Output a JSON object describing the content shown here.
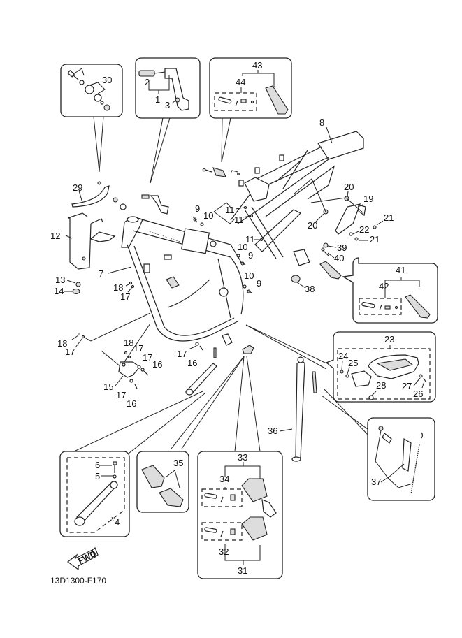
{
  "diagram": {
    "title": "Frame parts diagram",
    "drawing_code": "13D1300-F170",
    "fwd_label": "FWD",
    "callouts": {
      "c1": "1",
      "c2": "2",
      "c3": "3",
      "c4": "4",
      "c5": "5",
      "c6": "6",
      "c7": "7",
      "c8": "8",
      "c9a": "9",
      "c9b": "9",
      "c9c": "9",
      "c10a": "10",
      "c10b": "10",
      "c10c": "10",
      "c11a": "11",
      "c11b": "11",
      "c11c": "11",
      "c12": "12",
      "c13": "13",
      "c14": "14",
      "c15": "15",
      "c16a": "16",
      "c16b": "16",
      "c16c": "16",
      "c17a": "17",
      "c17b": "17",
      "c17c": "17",
      "c17d": "17",
      "c17e": "17",
      "c17f": "17",
      "c18a": "18",
      "c18b": "18",
      "c18c": "18",
      "c19": "19",
      "c20a": "20",
      "c20b": "20",
      "c21a": "21",
      "c21b": "21",
      "c22": "22",
      "c23": "23",
      "c24": "24",
      "c25": "25",
      "c26": "26",
      "c27": "27",
      "c28": "28",
      "c29": "29",
      "c30": "30",
      "c31": "31",
      "c32": "32",
      "c33": "33",
      "c34": "34",
      "c35": "35",
      "c36": "36",
      "c37": "37",
      "c38": "38",
      "c39": "39",
      "c40": "40",
      "c41": "41",
      "c42": "42",
      "c43": "43",
      "c44": "44"
    },
    "colors": {
      "line": "#222222",
      "background": "#ffffff"
    }
  }
}
